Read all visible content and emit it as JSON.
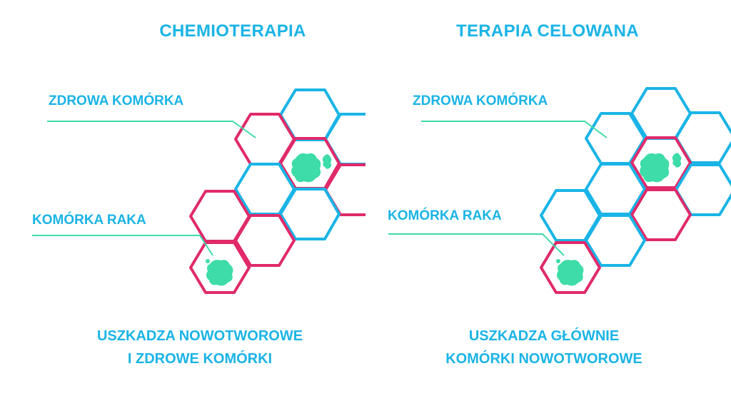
{
  "panels": [
    {
      "title": "CHEMIOTERAPIA",
      "healthy_label": "ZDROWA KOMÓRKA",
      "cancer_label": "KOMÓRKA RAKA",
      "caption_line1": "USZKADZA NOWOTWOROWE",
      "caption_line2": "I ZDROWE KOMÓRKI"
    },
    {
      "title": "TERAPIA CELOWANA",
      "healthy_label": "ZDROWA KOMÓRKA",
      "cancer_label": "KOMÓRKA RAKA",
      "caption_line1": "USZKADZA GŁÓWNIE",
      "caption_line2": "KOMÓRKI NOWOTWOROWE"
    }
  ],
  "colors": {
    "text": "#1ab4e6",
    "healthy_hex": "#1ab4e6",
    "damaged_hex": "#e02a6a",
    "cancer_cell": "#3ddca8",
    "leader_line": "#3ddca8"
  }
}
